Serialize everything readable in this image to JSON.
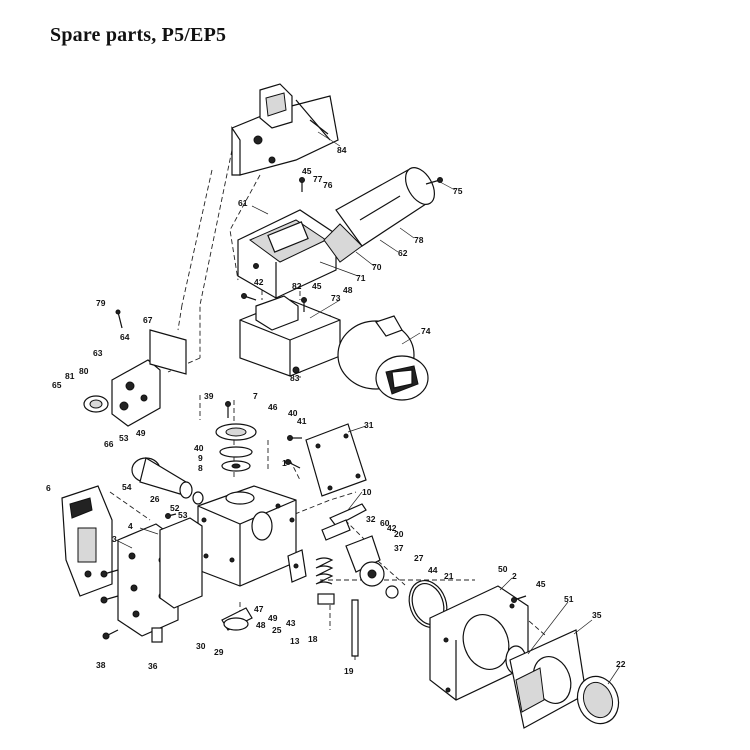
{
  "page": {
    "title": "Spare parts, P5/EP5"
  },
  "diagram": {
    "part_numbers": [
      "84",
      "45",
      "77",
      "76",
      "75",
      "61",
      "78",
      "62",
      "70",
      "71",
      "42",
      "82",
      "45",
      "48",
      "73",
      "79",
      "67",
      "64",
      "74",
      "63",
      "80",
      "81",
      "65",
      "83",
      "66",
      "53",
      "49",
      "39",
      "7",
      "46",
      "40",
      "41",
      "31",
      "40",
      "9",
      "8",
      "1",
      "54",
      "26",
      "6",
      "52",
      "53",
      "10",
      "32",
      "60",
      "42",
      "20",
      "4",
      "3",
      "37",
      "27",
      "44",
      "21",
      "50",
      "2",
      "45",
      "51",
      "35",
      "38",
      "36",
      "30",
      "29",
      "47",
      "48",
      "49",
      "25",
      "43",
      "13",
      "18",
      "19",
      "22"
    ]
  }
}
